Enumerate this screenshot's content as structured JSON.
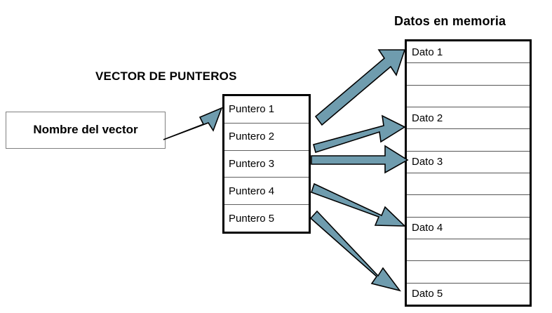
{
  "diagram": {
    "titles": {
      "vector_de_punteros": "VECTOR DE PUNTEROS",
      "datos_en_memoria": "Datos en memoria"
    },
    "vector_name_box": {
      "label": "Nombre del vector"
    },
    "pointer_table": {
      "rows": [
        {
          "label": "Puntero 1"
        },
        {
          "label": "Puntero 2"
        },
        {
          "label": "Puntero 3"
        },
        {
          "label": "Puntero 4"
        },
        {
          "label": "Puntero 5"
        }
      ]
    },
    "memory_table": {
      "rows": [
        {
          "label": "Dato 1"
        },
        {
          "label": ""
        },
        {
          "label": ""
        },
        {
          "label": "Dato 2"
        },
        {
          "label": ""
        },
        {
          "label": "Dato 3"
        },
        {
          "label": ""
        },
        {
          "label": ""
        },
        {
          "label": "Dato 4"
        },
        {
          "label": ""
        },
        {
          "label": ""
        },
        {
          "label": "Dato 5"
        }
      ]
    },
    "arrows": [
      {
        "name": "arrow-name-to-pointer-table",
        "from": "Nombre del vector",
        "to": "Puntero 1"
      },
      {
        "name": "arrow-puntero-1-to-dato-1",
        "from": "Puntero 1",
        "to": "Dato 1"
      },
      {
        "name": "arrow-puntero-2-to-dato-2",
        "from": "Puntero 2",
        "to": "Dato 2"
      },
      {
        "name": "arrow-puntero-3-to-dato-3",
        "from": "Puntero 3",
        "to": "Dato 3"
      },
      {
        "name": "arrow-puntero-4-to-dato-4",
        "from": "Puntero 4",
        "to": "Dato 4"
      },
      {
        "name": "arrow-puntero-5-to-dato-5",
        "from": "Puntero 5",
        "to": "Dato 5"
      }
    ],
    "colors": {
      "arrow_fill": "#6f9cae",
      "arrow_stroke": "#000000",
      "box_border": "#000000",
      "thin_border": "#808080",
      "text": "#000000",
      "background": "#ffffff"
    }
  }
}
